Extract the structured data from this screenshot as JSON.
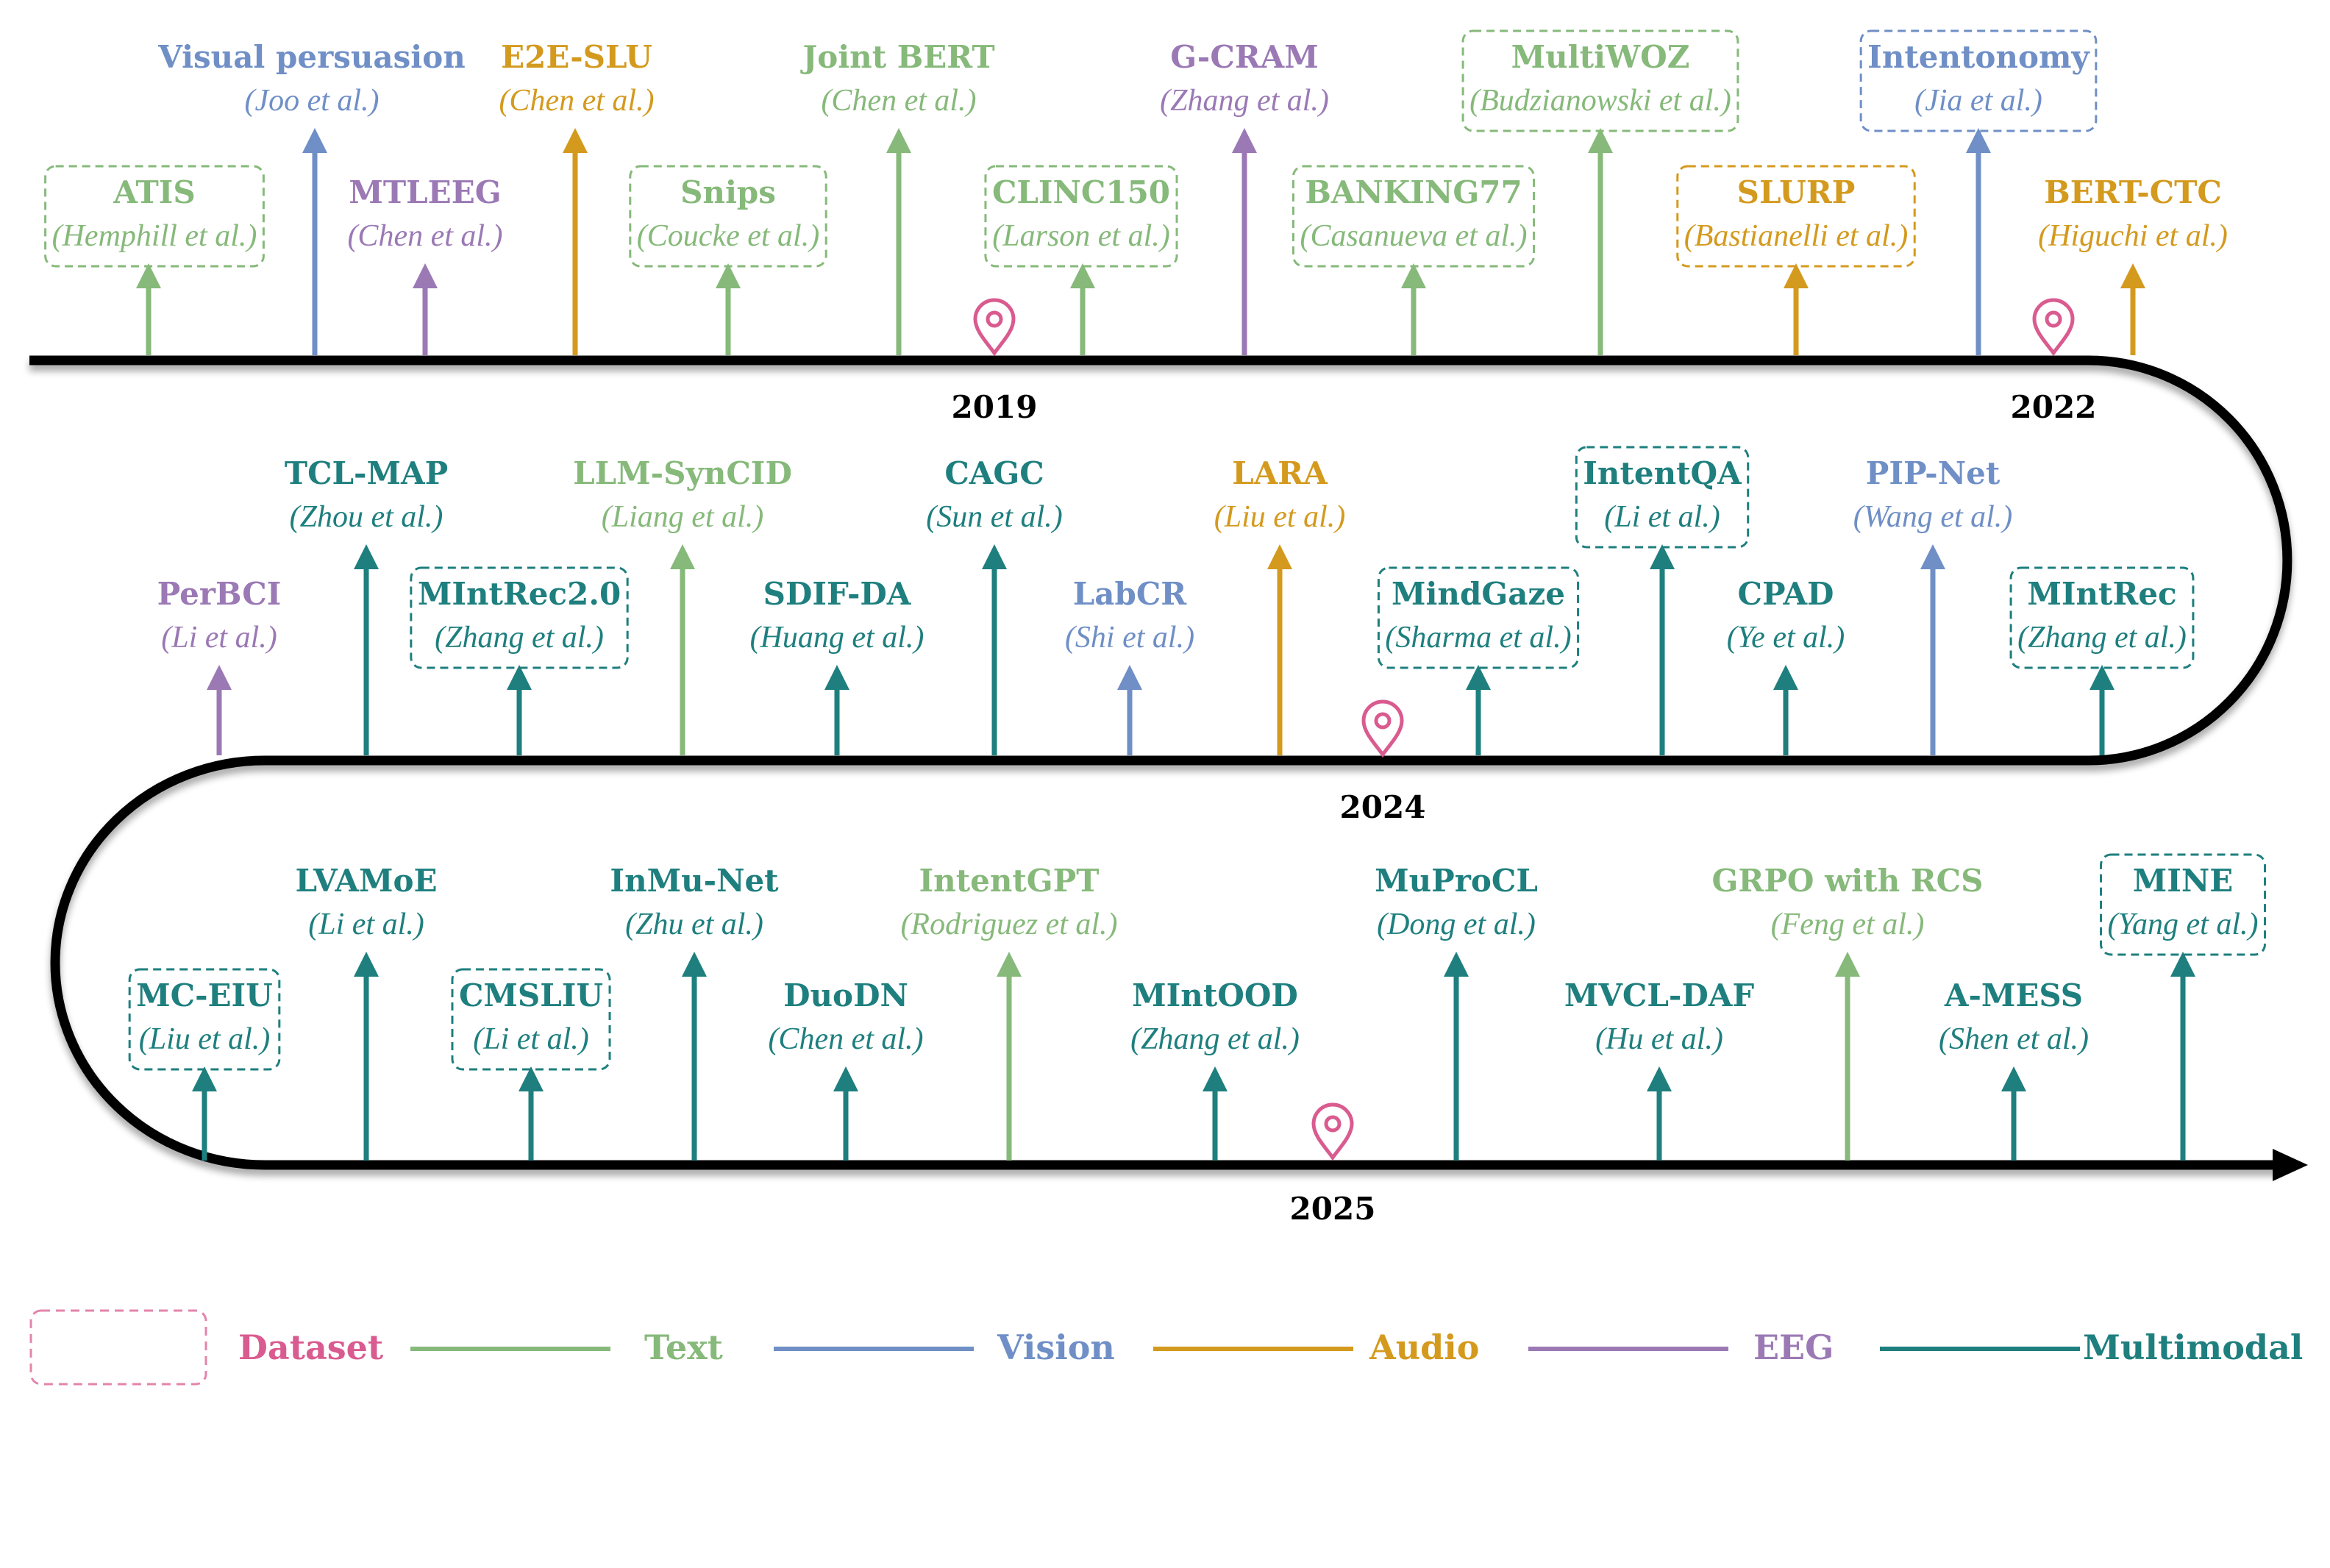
{
  "colors": {
    "Text": "#86b97a",
    "Vision": "#6f8fc6",
    "Audio": "#d49a1e",
    "EEG": "#9b79b5",
    "Multimodal": "#1e7f7e",
    "Dataset": "#d95b8f",
    "track": "#000000"
  },
  "years": [
    "2019",
    "2022",
    "2024",
    "2025"
  ],
  "legend": {
    "dataset": "Dataset",
    "text": "Text",
    "vision": "Vision",
    "audio": "Audio",
    "eeg": "EEG",
    "multimodal": "Multimodal"
  },
  "row1": [
    {
      "title": "ATIS",
      "author": "(Hemphill et al.)",
      "modality": "Text",
      "dataset": true,
      "level": "low"
    },
    {
      "title": "Visual persuasion",
      "author": "(Joo et al.)",
      "modality": "Vision",
      "dataset": false,
      "level": "high"
    },
    {
      "title": "MTLEEG",
      "author": "(Chen et al.)",
      "modality": "EEG",
      "dataset": false,
      "level": "low"
    },
    {
      "title": "E2E-SLU",
      "author": "(Chen et al.)",
      "modality": "Audio",
      "dataset": false,
      "level": "high"
    },
    {
      "title": "Snips",
      "author": "(Coucke et al.)",
      "modality": "Text",
      "dataset": true,
      "level": "low"
    },
    {
      "title": "Joint BERT",
      "author": "(Chen et al.)",
      "modality": "Text",
      "dataset": false,
      "level": "high"
    },
    {
      "title": "CLINC150",
      "author": "(Larson et al.)",
      "modality": "Text",
      "dataset": true,
      "level": "low"
    },
    {
      "title": "G-CRAM",
      "author": "(Zhang et al.)",
      "modality": "EEG",
      "dataset": false,
      "level": "high"
    },
    {
      "title": "BANKING77",
      "author": "(Casanueva et al.)",
      "modality": "Text",
      "dataset": true,
      "level": "low"
    },
    {
      "title": "MultiWOZ",
      "author": "(Budzianowski et al.)",
      "modality": "Text",
      "dataset": true,
      "level": "high"
    },
    {
      "title": "SLURP",
      "author": "(Bastianelli et al.)",
      "modality": "Audio",
      "dataset": true,
      "level": "low"
    },
    {
      "title": "Intentonomy",
      "author": "(Jia et al.)",
      "modality": "Vision",
      "dataset": true,
      "level": "high"
    },
    {
      "title": "BERT-CTC",
      "author": "(Higuchi et al.)",
      "modality": "Audio",
      "dataset": false,
      "level": "low"
    }
  ],
  "row2": [
    {
      "title": "PerBCI",
      "author": "(Li et al.)",
      "modality": "EEG",
      "dataset": false,
      "level": "low"
    },
    {
      "title": "TCL-MAP",
      "author": "(Zhou et al.)",
      "modality": "Multimodal",
      "dataset": false,
      "level": "high"
    },
    {
      "title": "MIntRec2.0",
      "author": "(Zhang et al.)",
      "modality": "Multimodal",
      "dataset": true,
      "level": "low"
    },
    {
      "title": "LLM-SynCID",
      "author": "(Liang et al.)",
      "modality": "Text",
      "dataset": false,
      "level": "high"
    },
    {
      "title": "SDIF-DA",
      "author": "(Huang et al.)",
      "modality": "Multimodal",
      "dataset": false,
      "level": "low"
    },
    {
      "title": "CAGC",
      "author": "(Sun et al.)",
      "modality": "Multimodal",
      "dataset": false,
      "level": "high"
    },
    {
      "title": "LabCR",
      "author": "(Shi et al.)",
      "modality": "Vision",
      "dataset": false,
      "level": "low"
    },
    {
      "title": "LARA",
      "author": "(Liu et al.)",
      "modality": "Audio",
      "dataset": false,
      "level": "high"
    },
    {
      "title": "MindGaze",
      "author": "(Sharma et al.)",
      "modality": "Multimodal",
      "dataset": true,
      "level": "low"
    },
    {
      "title": "IntentQA",
      "author": "(Li et al.)",
      "modality": "Multimodal",
      "dataset": true,
      "level": "high"
    },
    {
      "title": "CPAD",
      "author": "(Ye et al.)",
      "modality": "Multimodal",
      "dataset": false,
      "level": "low"
    },
    {
      "title": "PIP-Net",
      "author": "(Wang et al.)",
      "modality": "Vision",
      "dataset": false,
      "level": "high"
    },
    {
      "title": "MIntRec",
      "author": "(Zhang et al.)",
      "modality": "Multimodal",
      "dataset": true,
      "level": "low"
    }
  ],
  "row3": [
    {
      "title": "MC-EIU",
      "author": "(Liu et al.)",
      "modality": "Multimodal",
      "dataset": true,
      "level": "low"
    },
    {
      "title": "LVAMoE",
      "author": "(Li et al.)",
      "modality": "Multimodal",
      "dataset": false,
      "level": "high"
    },
    {
      "title": "CMSLIU",
      "author": "(Li et al.)",
      "modality": "Multimodal",
      "dataset": true,
      "level": "low"
    },
    {
      "title": "InMu-Net",
      "author": "(Zhu et al.)",
      "modality": "Multimodal",
      "dataset": false,
      "level": "high"
    },
    {
      "title": "DuoDN",
      "author": "(Chen et al.)",
      "modality": "Multimodal",
      "dataset": false,
      "level": "low"
    },
    {
      "title": "IntentGPT",
      "author": "(Rodriguez et al.)",
      "modality": "Text",
      "dataset": false,
      "level": "high"
    },
    {
      "title": "MIntOOD",
      "author": "(Zhang et al.)",
      "modality": "Multimodal",
      "dataset": false,
      "level": "low"
    },
    {
      "title": "MuProCL",
      "author": "(Dong et al.)",
      "modality": "Multimodal",
      "dataset": false,
      "level": "high"
    },
    {
      "title": "MVCL-DAF",
      "author": "(Hu et al.)",
      "modality": "Multimodal",
      "dataset": false,
      "level": "low"
    },
    {
      "title": "GRPO with RCS",
      "author": "(Feng et al.)",
      "modality": "Text",
      "dataset": false,
      "level": "high"
    },
    {
      "title": "A-MESS",
      "author": "(Shen et al.)",
      "modality": "Multimodal",
      "dataset": false,
      "level": "low"
    },
    {
      "title": "MINE",
      "author": "(Yang et al.)",
      "modality": "Multimodal",
      "dataset": true,
      "level": "high"
    }
  ]
}
